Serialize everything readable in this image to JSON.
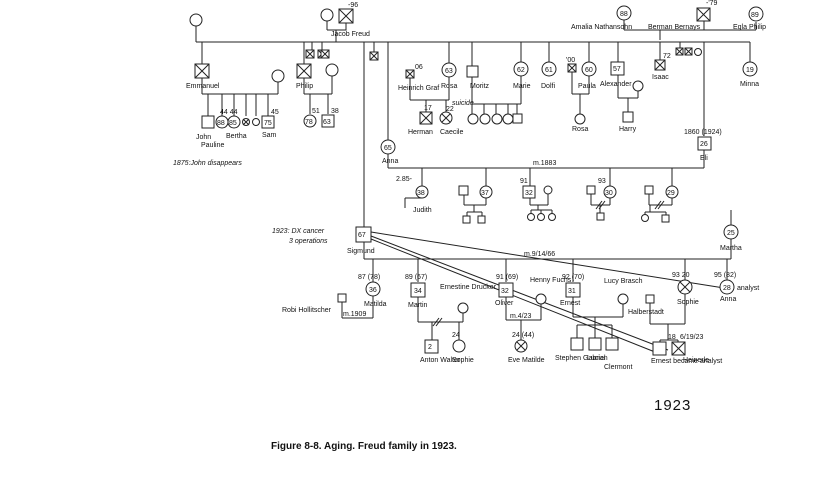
{
  "figure": {
    "caption": "Figure 8-8. Aging. Freud family in 1923.",
    "year": "1923"
  },
  "notes": {
    "john_disappears": "1875:John disappears",
    "dx_cancer": "1923: DX cancer",
    "operations": "3 operations",
    "suicide": "suicide"
  },
  "people": {
    "jacob": {
      "name": "Jacob Freud",
      "age": "-96"
    },
    "amalia": {
      "name": "Amalia Nathansohn",
      "age": "88"
    },
    "berman": {
      "name": "Berman Bernays",
      "age": "-'79"
    },
    "egla": {
      "name": "Egla Philip",
      "age": "89"
    },
    "emmanuel": {
      "name": "Emmanuel"
    },
    "philip": {
      "name": "Philip"
    },
    "john": {
      "name": "John"
    },
    "pauline": {
      "name": "Pauline"
    },
    "bertha": {
      "name": "Bertha"
    },
    "sam": {
      "name": "Sam",
      "age": "45"
    },
    "em_child1": {
      "age": "88"
    },
    "em_child2": {
      "age": "85"
    },
    "em_child2_top": {
      "age": "44 44"
    },
    "sam_box": {
      "age": "75"
    },
    "ph_child1": {
      "age": "78",
      "top": "51"
    },
    "ph_child2": {
      "age": "63",
      "top": "38"
    },
    "heinrich": {
      "name": "Heinrich Graf",
      "age": "06"
    },
    "rosa": {
      "name": "Rosa",
      "age": "63"
    },
    "moritz": {
      "name": "Moritz"
    },
    "marie": {
      "name": "Marie",
      "age": "62"
    },
    "dolfi": {
      "name": "Dolfi",
      "age": "61"
    },
    "paula": {
      "name": "Paula",
      "age": "60"
    },
    "paula_x": {
      "age": "'00"
    },
    "alexander": {
      "name": "Alexander",
      "age": "57"
    },
    "isaac": {
      "name": "Isaac",
      "age": "72"
    },
    "minna": {
      "name": "Minna",
      "age": "19"
    },
    "herman": {
      "name": "Herman",
      "age": "17"
    },
    "caecile": {
      "name": "Caecile",
      "age": "22"
    },
    "rosa_child": {
      "name": "Rosa"
    },
    "harry": {
      "name": "Harry"
    },
    "anna_b": {
      "name": "Anna",
      "age": "65"
    },
    "eli": {
      "name": "Eli",
      "age": "26",
      "dates": "1860 (1924)"
    },
    "anna_marriage": {
      "label": "m.1883"
    },
    "judith": {
      "name": "Judith",
      "age": "38",
      "top": "2.85-"
    },
    "ch_b2": {
      "age": "37"
    },
    "ch_b3": {
      "age": "32",
      "top": "91"
    },
    "ch_b4": {
      "age": "30",
      "top": "93"
    },
    "ch_b5": {
      "age": "29"
    },
    "sigmund": {
      "name": "Sigmund",
      "age": "67"
    },
    "martha": {
      "name": "Martha",
      "age": "25"
    },
    "sig_marriage": {
      "label": "m.9/14/66"
    },
    "robi": {
      "name": "Robi Hollitscher"
    },
    "robi_marriage": {
      "label": "m.1909"
    },
    "matilda": {
      "name": "Matilda",
      "age": "36",
      "top": "87 (78)"
    },
    "martin": {
      "name": "Martin",
      "age": "34",
      "top": "89 (67)"
    },
    "ernestine": {
      "name": "Ernestine Drucker"
    },
    "oliver": {
      "name": "Oliver",
      "age": "32",
      "top": "91 (69)"
    },
    "henny": {
      "name": "Henny Fuchs"
    },
    "oliver_marriage": {
      "label": "m.4/23"
    },
    "ernest": {
      "name": "Ernest",
      "age": "31",
      "top": "92 (70)"
    },
    "lucy": {
      "name": "Lucy Brasch"
    },
    "sophie": {
      "name": "Sophie",
      "top": "93 20"
    },
    "halberstadt": {
      "name": "Halberstadt"
    },
    "anna_f": {
      "name": "Anna",
      "age": "28",
      "top": "95 (82)",
      "note": "analyst"
    },
    "anton": {
      "name": "Anton Walter",
      "age": "2"
    },
    "sophie_g": {
      "name": "Sophie",
      "age": "24"
    },
    "eve": {
      "name": "Eve Matilde",
      "age": "24 (44)"
    },
    "stephen": {
      "name": "Stephen Gabriel"
    },
    "lucian": {
      "name": "Lucian"
    },
    "clermont": {
      "name": "Clermont"
    },
    "ernest_g": {
      "name": "Ernest became analyst",
      "age": "18"
    },
    "heinerle": {
      "name": "Heinerle",
      "age": "6/19/23"
    }
  }
}
